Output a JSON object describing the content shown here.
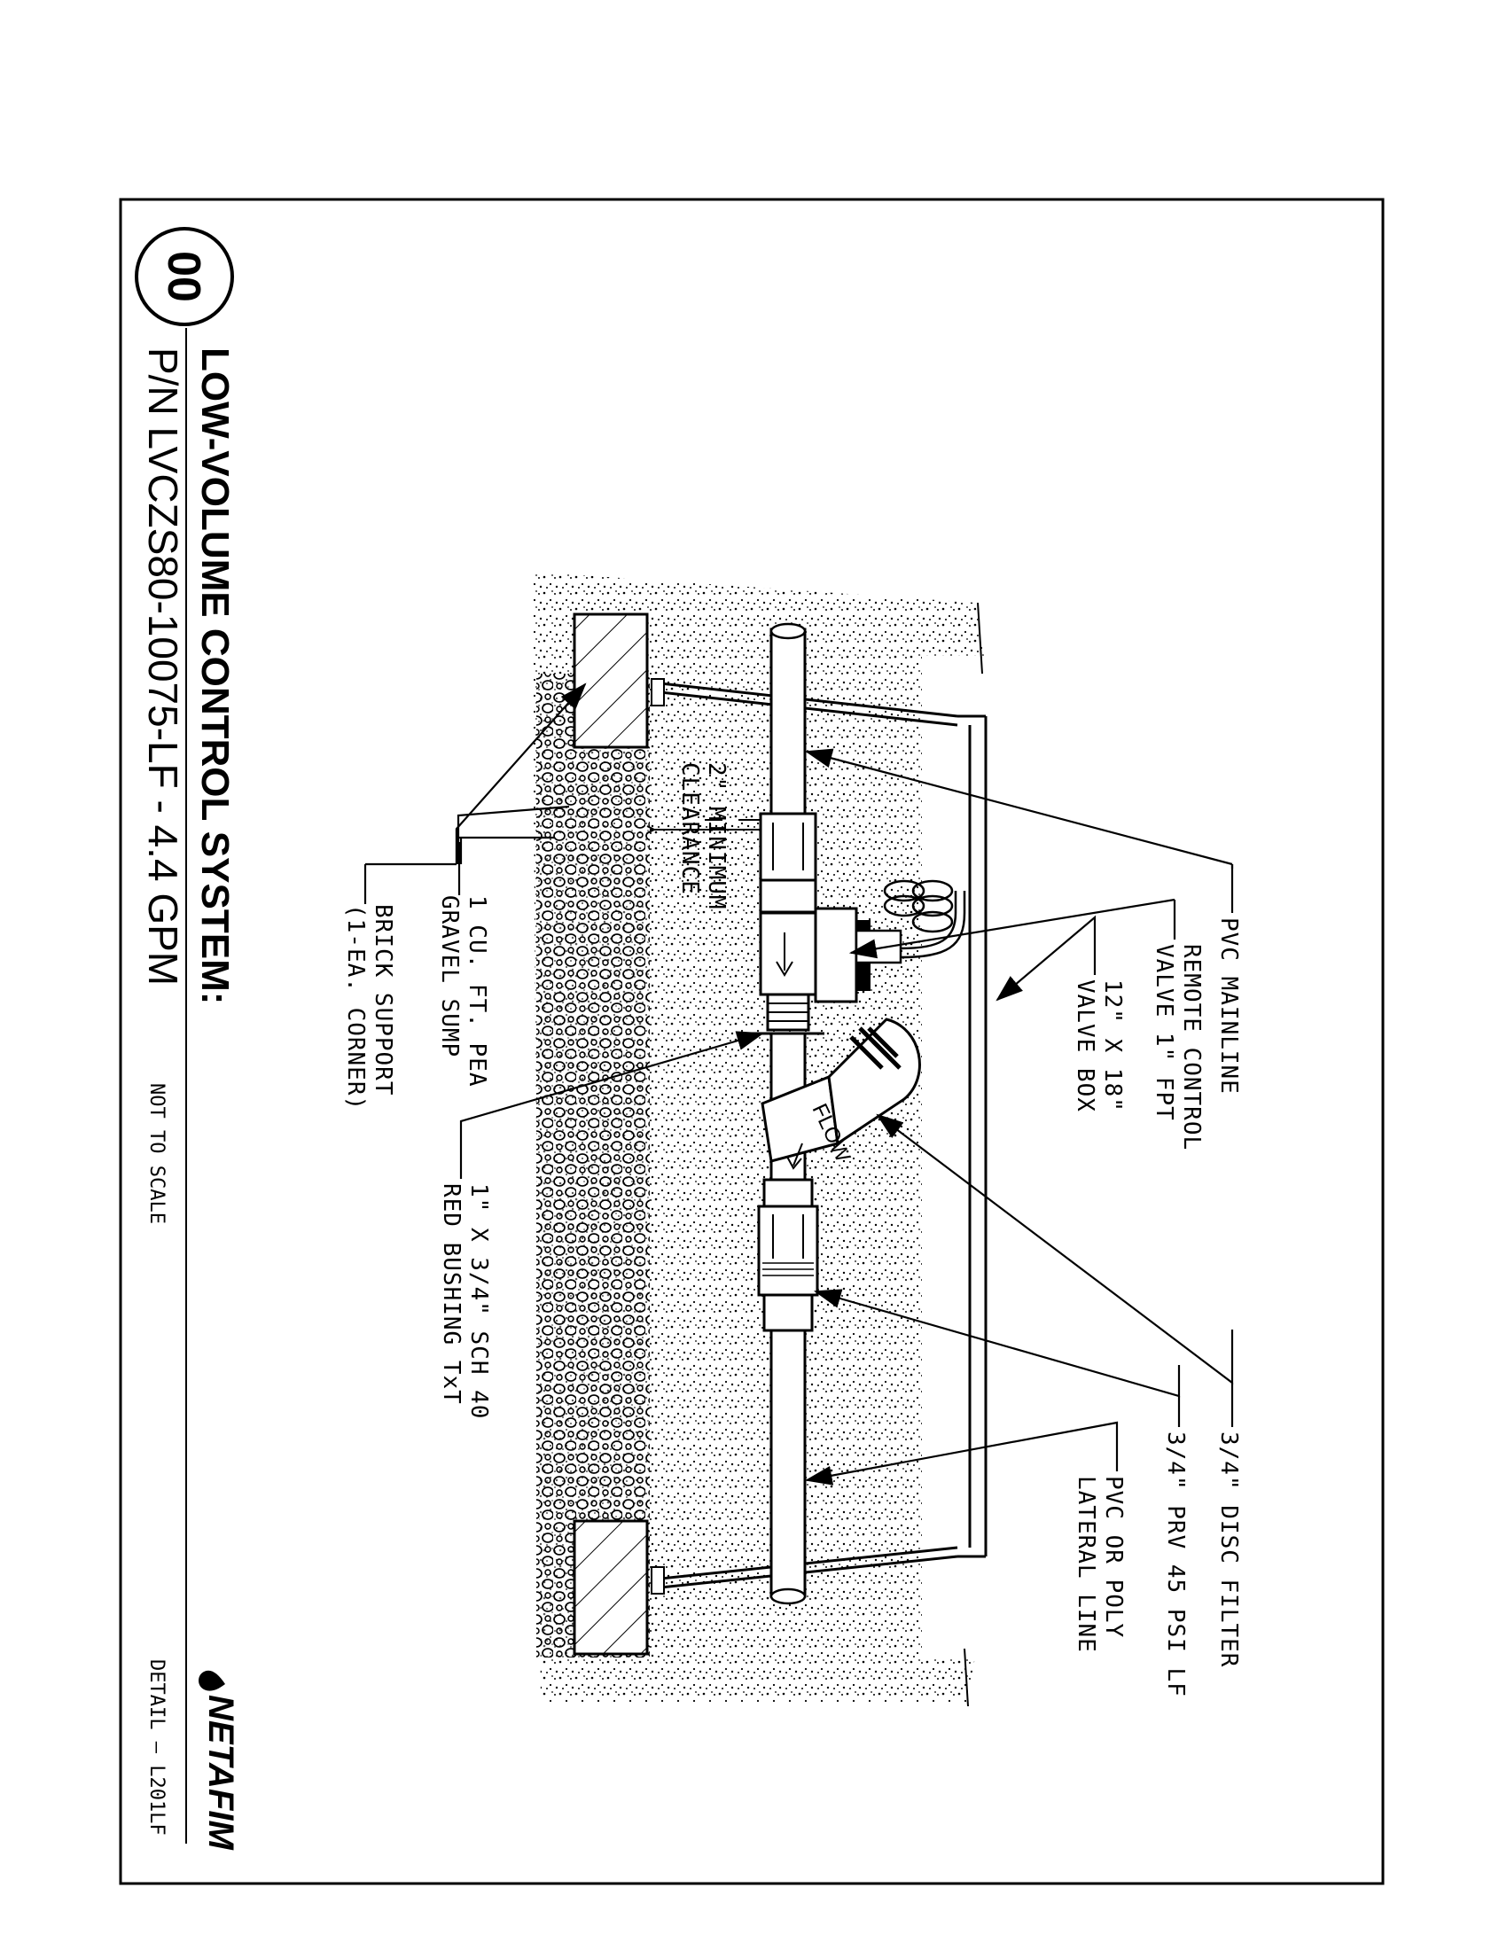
{
  "title_block": {
    "detail_number": "00",
    "title": "LOW-VOLUME CONTROL SYSTEM:",
    "part_number": "P/N LVCZS80-10075-LF - 4.4 GPM",
    "scale_note": "NOT TO SCALE",
    "detail_ref": "DETAIL – L201LF",
    "logo_text": "NETAFIM"
  },
  "callouts": {
    "pvc_mainline": "PVC MAINLINE",
    "remote_valve_1": "REMOTE CONTROL",
    "remote_valve_2": "VALVE 1\" FPT",
    "valve_box_1": "12\" X 18\"",
    "valve_box_2": "VALVE BOX",
    "clearance_1": "2\" MINIMUM",
    "clearance_2": "CLEARANCE",
    "gravel_1": "1 CU. FT. PEA",
    "gravel_2": "GRAVEL SUMP",
    "brick_1": "BRICK SUPPORT",
    "brick_2": "(1-EA. CORNER)",
    "bushing_1": "1\" X 3/4\" SCH 40",
    "bushing_2": "RED BUSHING TxT",
    "disc_filter": "3/4\" DISC FILTER",
    "prv": "3/4\" PRV 45 PSI LF",
    "lateral_1": "PVC OR POLY",
    "lateral_2": "LATERAL LINE",
    "flow": "FLOW"
  },
  "colors": {
    "ink": "#000000",
    "paper": "#ffffff"
  }
}
